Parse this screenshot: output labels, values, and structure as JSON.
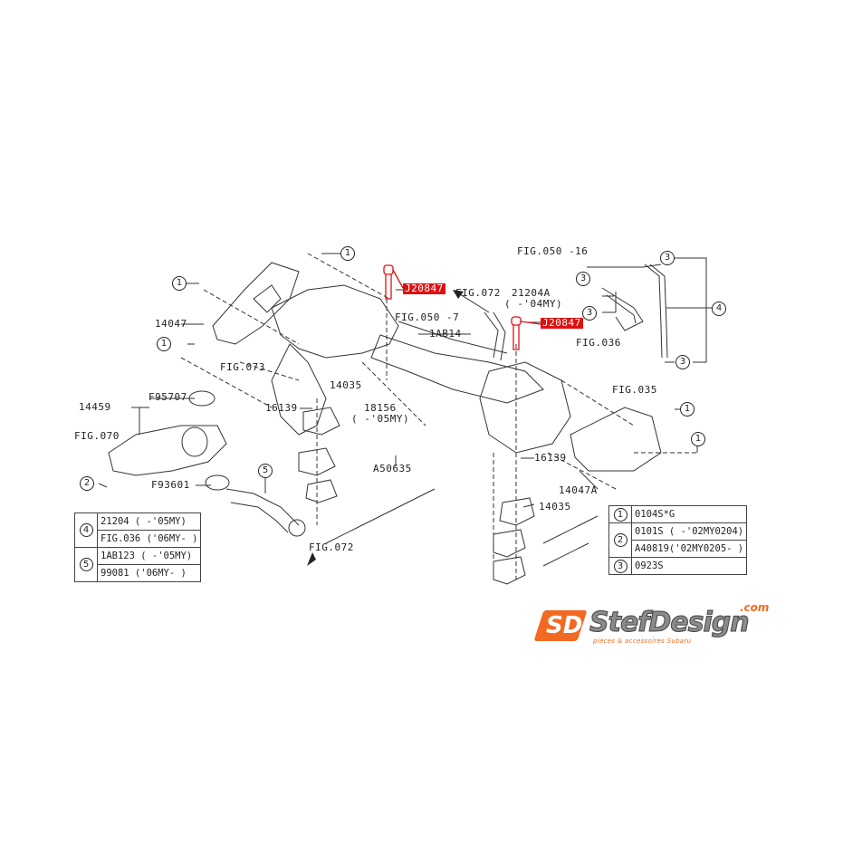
{
  "diagram": {
    "part_labels": {
      "fig050_16": "FIG.050 -16",
      "fig072_top": "FIG.072",
      "j20847_a": "J20847",
      "j20847_b": "J20847",
      "p21204A": "21204A",
      "p21204A_note": "( -'04MY)",
      "fig050_7": "FIG.050 -7",
      "p1AB14": "1AB14",
      "fig036": "FIG.036",
      "fig035": "FIG.035",
      "p14047": "14047",
      "fig073": "FIG.073",
      "p14459": "14459",
      "f95707": "F95707",
      "p16139_left": "16139",
      "p14035_top": "14035",
      "p18156": "18156",
      "p18156_note": "( -'05MY)",
      "fig070": "FIG.070",
      "a50635": "A50635",
      "f93601": "F93601",
      "p16139_right": "16139",
      "p14047A": "14047A",
      "p14035_bottom": "14035",
      "fig072_bottom": "FIG.072"
    },
    "callouts": {
      "c1_top": "1",
      "c1_left": "1",
      "c1_left_low": "1",
      "c1_right_a": "1",
      "c1_right_b": "1",
      "c2": "2",
      "c3_a": "3",
      "c3_b": "3",
      "c3_c": "3",
      "c3_d": "3",
      "c4": "4",
      "c5": "5"
    },
    "colors": {
      "highlight": "#e01010",
      "line": "#222222"
    }
  },
  "legend_left": {
    "rows": [
      {
        "num": "4",
        "lines": [
          "21204   ( -'05MY)",
          "FIG.036 ('06MY- )"
        ]
      },
      {
        "num": "5",
        "lines": [
          "1AB123  ( -'05MY)",
          "99081   ('06MY- )"
        ]
      }
    ]
  },
  "legend_right": {
    "rows": [
      {
        "num": "1",
        "lines": [
          "0104S*G"
        ]
      },
      {
        "num": "2",
        "lines": [
          "0101S   ( -'02MY0204)",
          "A40819('02MY0205- )"
        ]
      },
      {
        "num": "3",
        "lines": [
          "0923S"
        ]
      }
    ]
  },
  "logo": {
    "mark": "SD",
    "name": "StefDesign",
    "tld": ".com",
    "tagline": "pièces & accessoires Subaru",
    "brand_color": "#f26a21"
  }
}
